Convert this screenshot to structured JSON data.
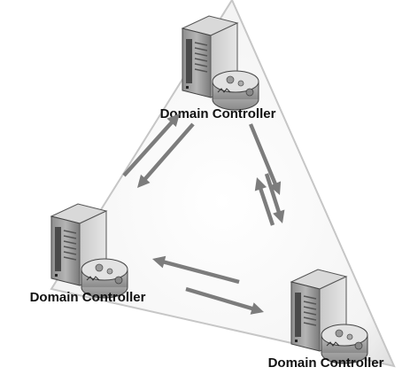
{
  "diagram": {
    "nodes": [
      {
        "id": "top",
        "label": "Domain Controller"
      },
      {
        "id": "left",
        "label": "Domain Controller"
      },
      {
        "id": "right",
        "label": "Domain Controller"
      }
    ],
    "connections": [
      {
        "from": "top",
        "to": "left",
        "arrows": "both"
      },
      {
        "from": "top",
        "to": "right",
        "arrows": "both"
      },
      {
        "from": "left",
        "to": "right",
        "arrows": "both"
      }
    ],
    "colors": {
      "triangle_fill": "#f2f2f2",
      "triangle_edge": "#c8c8c8",
      "arrow": "#7c7c7c",
      "server_dark": "#5a5a5a",
      "server_mid": "#9a9a9a",
      "server_light": "#d6d6d6",
      "disk": "#c9c9c9"
    }
  }
}
